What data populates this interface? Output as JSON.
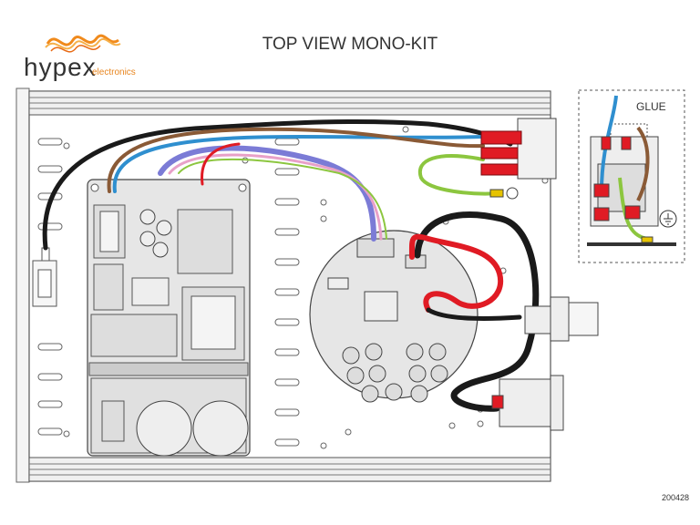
{
  "logo": {
    "word": "hypex",
    "sub": "electronics"
  },
  "title": "TOP VIEW MONO-KIT",
  "detail": {
    "label": "GLUE"
  },
  "doc_number": "200428",
  "colors": {
    "wire_blue": "#2f8fcf",
    "wire_brown": "#8a5a36",
    "wire_red": "#e01b24",
    "wire_black": "#1a1a1a",
    "wire_green_yellow": "#8cc63f",
    "logo_orange": "#f08a1c"
  }
}
